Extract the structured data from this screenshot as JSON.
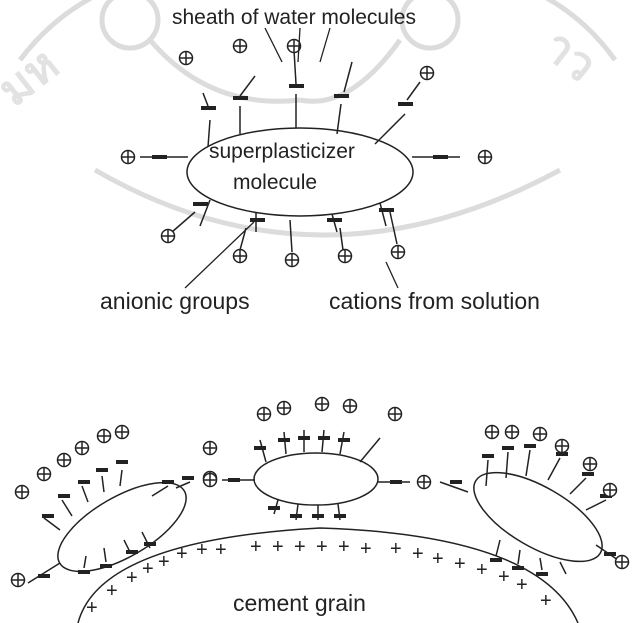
{
  "labels": {
    "sheath": "sheath of water molecules",
    "superplasticizer": "superplasticizer",
    "molecule": "molecule",
    "anionic": "anionic groups",
    "cations": "cations from solution",
    "cement": "cement grain"
  },
  "symbols": {
    "cation": "⊕",
    "positive_charge": "+"
  },
  "colors": {
    "ink": "#222222",
    "watermark": "#d9d9d9"
  }
}
